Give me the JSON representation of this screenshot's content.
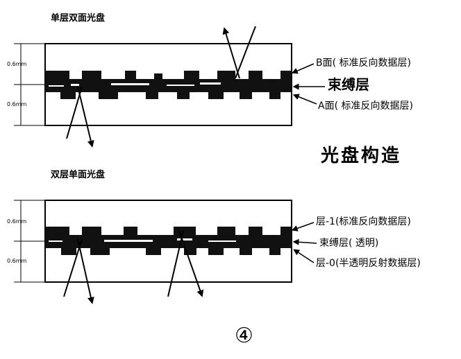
{
  "section1": {
    "title": "单层双面光盘",
    "dim_top": "0.6mm",
    "dim_bottom": "0.6mm",
    "label_b": "B面( 标准反向数据层)",
    "label_bond": "束缚层",
    "label_a": "A面( 标准反向数据层)"
  },
  "section2": {
    "title": "双层单面光盘",
    "dim_top": "0.6mm",
    "dim_bottom": "0.6mm",
    "label_l1": "层-1(标准反向数据层)",
    "label_bond": "束缚层( 透明)",
    "label_l0": "层-0(半透明反射数据层)"
  },
  "main_title": "光盘构造",
  "figure_number": "④"
}
